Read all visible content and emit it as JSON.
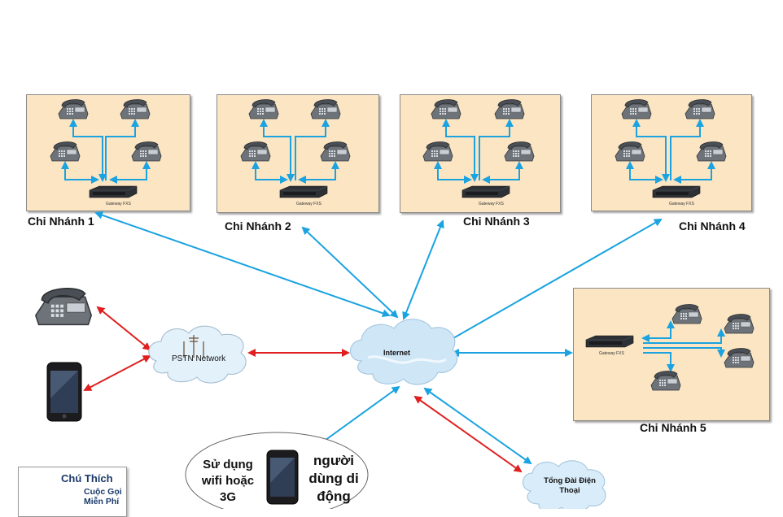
{
  "branches": [
    {
      "label": "Chi Nhánh 1",
      "gateway": "Gateway FXS"
    },
    {
      "label": "Chi Nhánh 2",
      "gateway": "Gateway FXS"
    },
    {
      "label": "Chi Nhánh 3",
      "gateway": "Gateway FXS"
    },
    {
      "label": "Chi Nhánh 4",
      "gateway": "Gateway FXS"
    },
    {
      "label": "Chi Nhánh 5",
      "gateway": "Gateway FXS"
    }
  ],
  "clouds": {
    "pstn": "PSTN Network",
    "internet": "Internet",
    "switchboard_line1": "Tổng Đài Điện",
    "switchboard_line2": "Thoại"
  },
  "mobile": {
    "left_line1": "Sử dụng",
    "left_line2": "wifi hoặc",
    "left_line3": "3G",
    "right_line1": "người",
    "right_line2": "dùng di",
    "right_line3": "động"
  },
  "legend": {
    "title": "Chú Thích",
    "item_line1": "Cuộc Gọi",
    "item_line2": "Miễn Phí"
  },
  "colors": {
    "free_call_arrow": "#1aa3e0",
    "pstn_arrow": "#e02020",
    "branch_fill": "#fbe5c3"
  }
}
